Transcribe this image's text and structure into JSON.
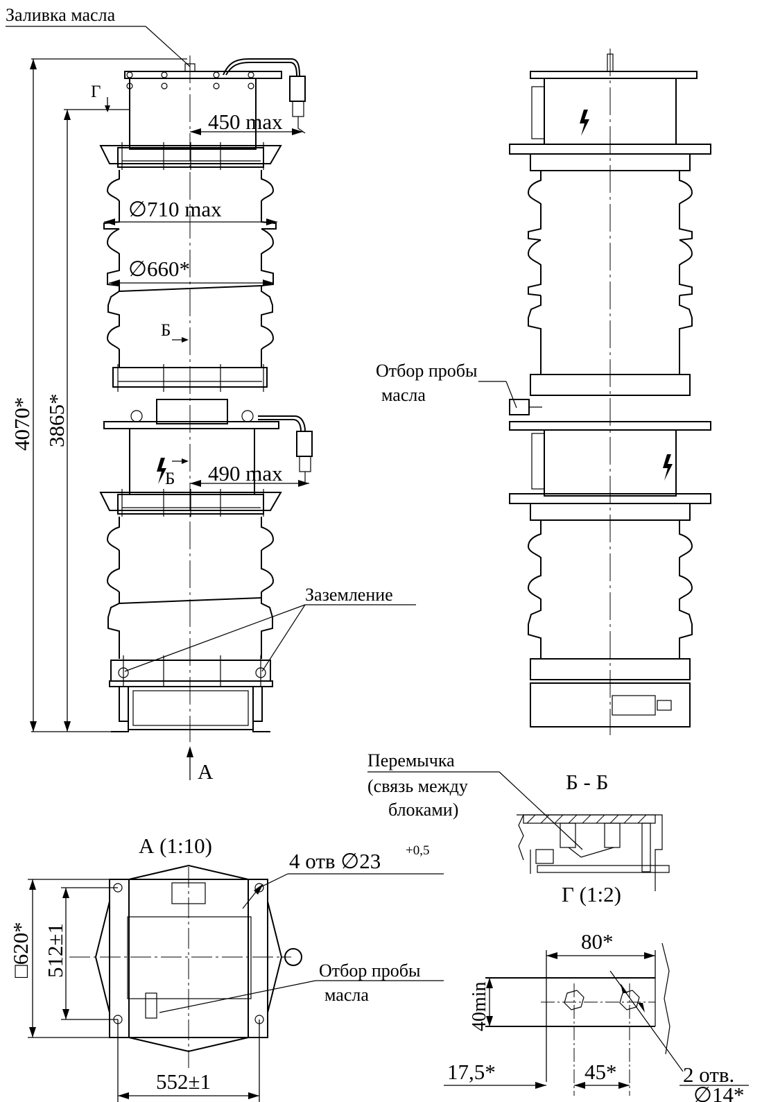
{
  "labels": {
    "oil_fill": "Заливка масла",
    "section_g_mark": "Г",
    "dim_450": "450 max",
    "dim_710": "∅710 max",
    "dim_660": "∅660*",
    "section_b_mark_top": "Б",
    "section_b_mark_bottom": "Б",
    "dim_490": "490 max",
    "dim_4070": "4070*",
    "dim_3865": "3865*",
    "grounding": "Заземление",
    "view_a_arrow": "А",
    "oil_sample_right_1": "Отбор пробы",
    "oil_sample_right_2": "масла",
    "jumper_1": "Перемычка",
    "jumper_2": "(связь между",
    "jumper_3": "блоками)",
    "section_bb": "Б - Б",
    "view_a_title": "А (1:10)",
    "holes_4": "4 отв ∅23",
    "holes_4_tol": "+0,5",
    "dim_620": "□620*",
    "dim_512": "512±1",
    "oil_sample_plan_1": "Отбор пробы",
    "oil_sample_plan_2": "масла",
    "dim_552": "552±1",
    "view_g_title": "Г (1:2)",
    "dim_80": "80*",
    "dim_40min": "40min",
    "dim_17_5": "17,5*",
    "dim_45": "45*",
    "holes_2_1": "2 отв.",
    "holes_2_2": "∅14*"
  },
  "icons": {
    "hv_warning": "lightning-bolt-icon"
  }
}
